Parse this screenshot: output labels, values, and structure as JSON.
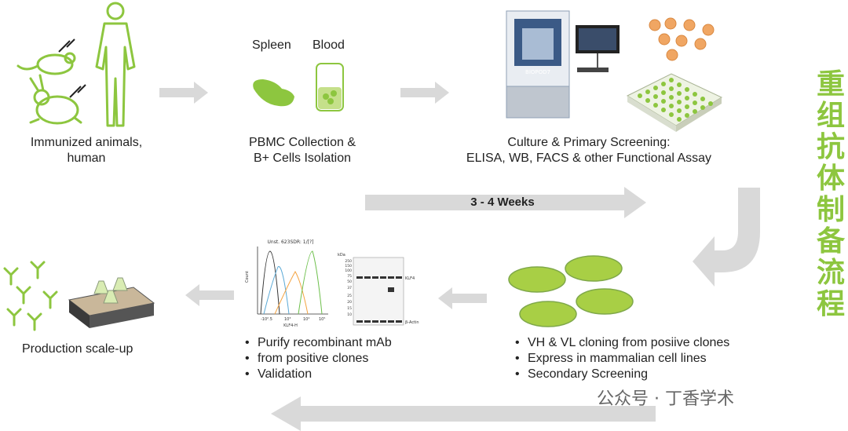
{
  "steps": {
    "s1": {
      "line1": "Immunized animals,",
      "line2": "human"
    },
    "s2": {
      "spleen": "Spleen",
      "blood": "Blood",
      "line1": "PBMC Collection &",
      "line2": "B+ Cells Isolation"
    },
    "s3": {
      "line1": "Culture & Primary Screening:",
      "line2": "ELISA, WB, FACS & other Functional Assay",
      "machine_label": "BIOPOD7"
    },
    "s4": {
      "items": [
        "VH & VL cloning from posiive clones",
        "Express in mammalian cell lines",
        "Secondary Screening"
      ]
    },
    "s5": {
      "items": [
        "Purify recombinant mAb",
        "from positive clones",
        "Validation"
      ],
      "flow_title": "Unst. 623SDR: 1/[?]",
      "flow_xlabel": "KLF4-H",
      "flow_ylabel": "Count",
      "flow_ticks": [
        "-10².5",
        "10³",
        "10⁴",
        "10⁵"
      ],
      "wb_kda": "kDa",
      "wb_markers": [
        "250",
        "150",
        "100",
        "75",
        "50",
        "37",
        "25",
        "20",
        "15",
        "10"
      ],
      "wb_band1": "KLF4",
      "wb_band2": "β-Actin"
    },
    "s6": {
      "line1": "Production scale-up"
    }
  },
  "timeline": {
    "label": "3 - 4 Weeks"
  },
  "side_title": [
    "重",
    "组",
    "抗",
    "体",
    "制",
    "备",
    "流",
    "程"
  ],
  "watermark": "公众号 · 丁香学术",
  "colors": {
    "green": "#8dc63f",
    "arrow": "#d9d9d9",
    "plate": "#a8cf45"
  }
}
